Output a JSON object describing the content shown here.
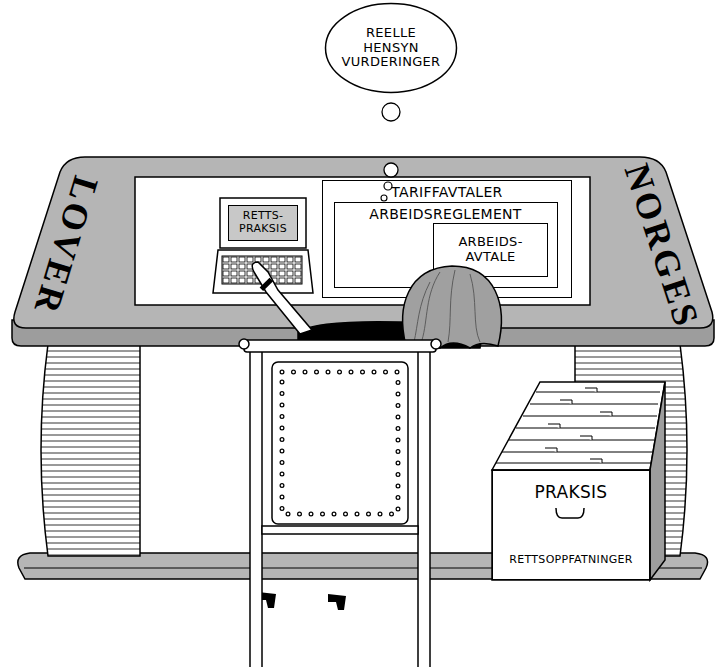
{
  "diagram": {
    "nodes": [
      {
        "text": [
          "REELLE HENSYN VURDERINGER"
        ]
      },
      {
        "text": [
          "RETTS-PRAKSIS"
        ]
      },
      {
        "text": [
          "TARIFFAVTALER"
        ]
      },
      {
        "text": [
          "ARBEIDSREGLEMENT"
        ],
        "in": 2
      },
      {
        "text": [
          "ARBEIDS-AVTALE"
        ],
        "in": 3
      },
      {
        "text": [
          "PRAKSIS",
          "RETTSOPPFATNINGER"
        ]
      }
    ],
    "labels": [
      "LOVER",
      "NORGES"
    ]
  }
}
